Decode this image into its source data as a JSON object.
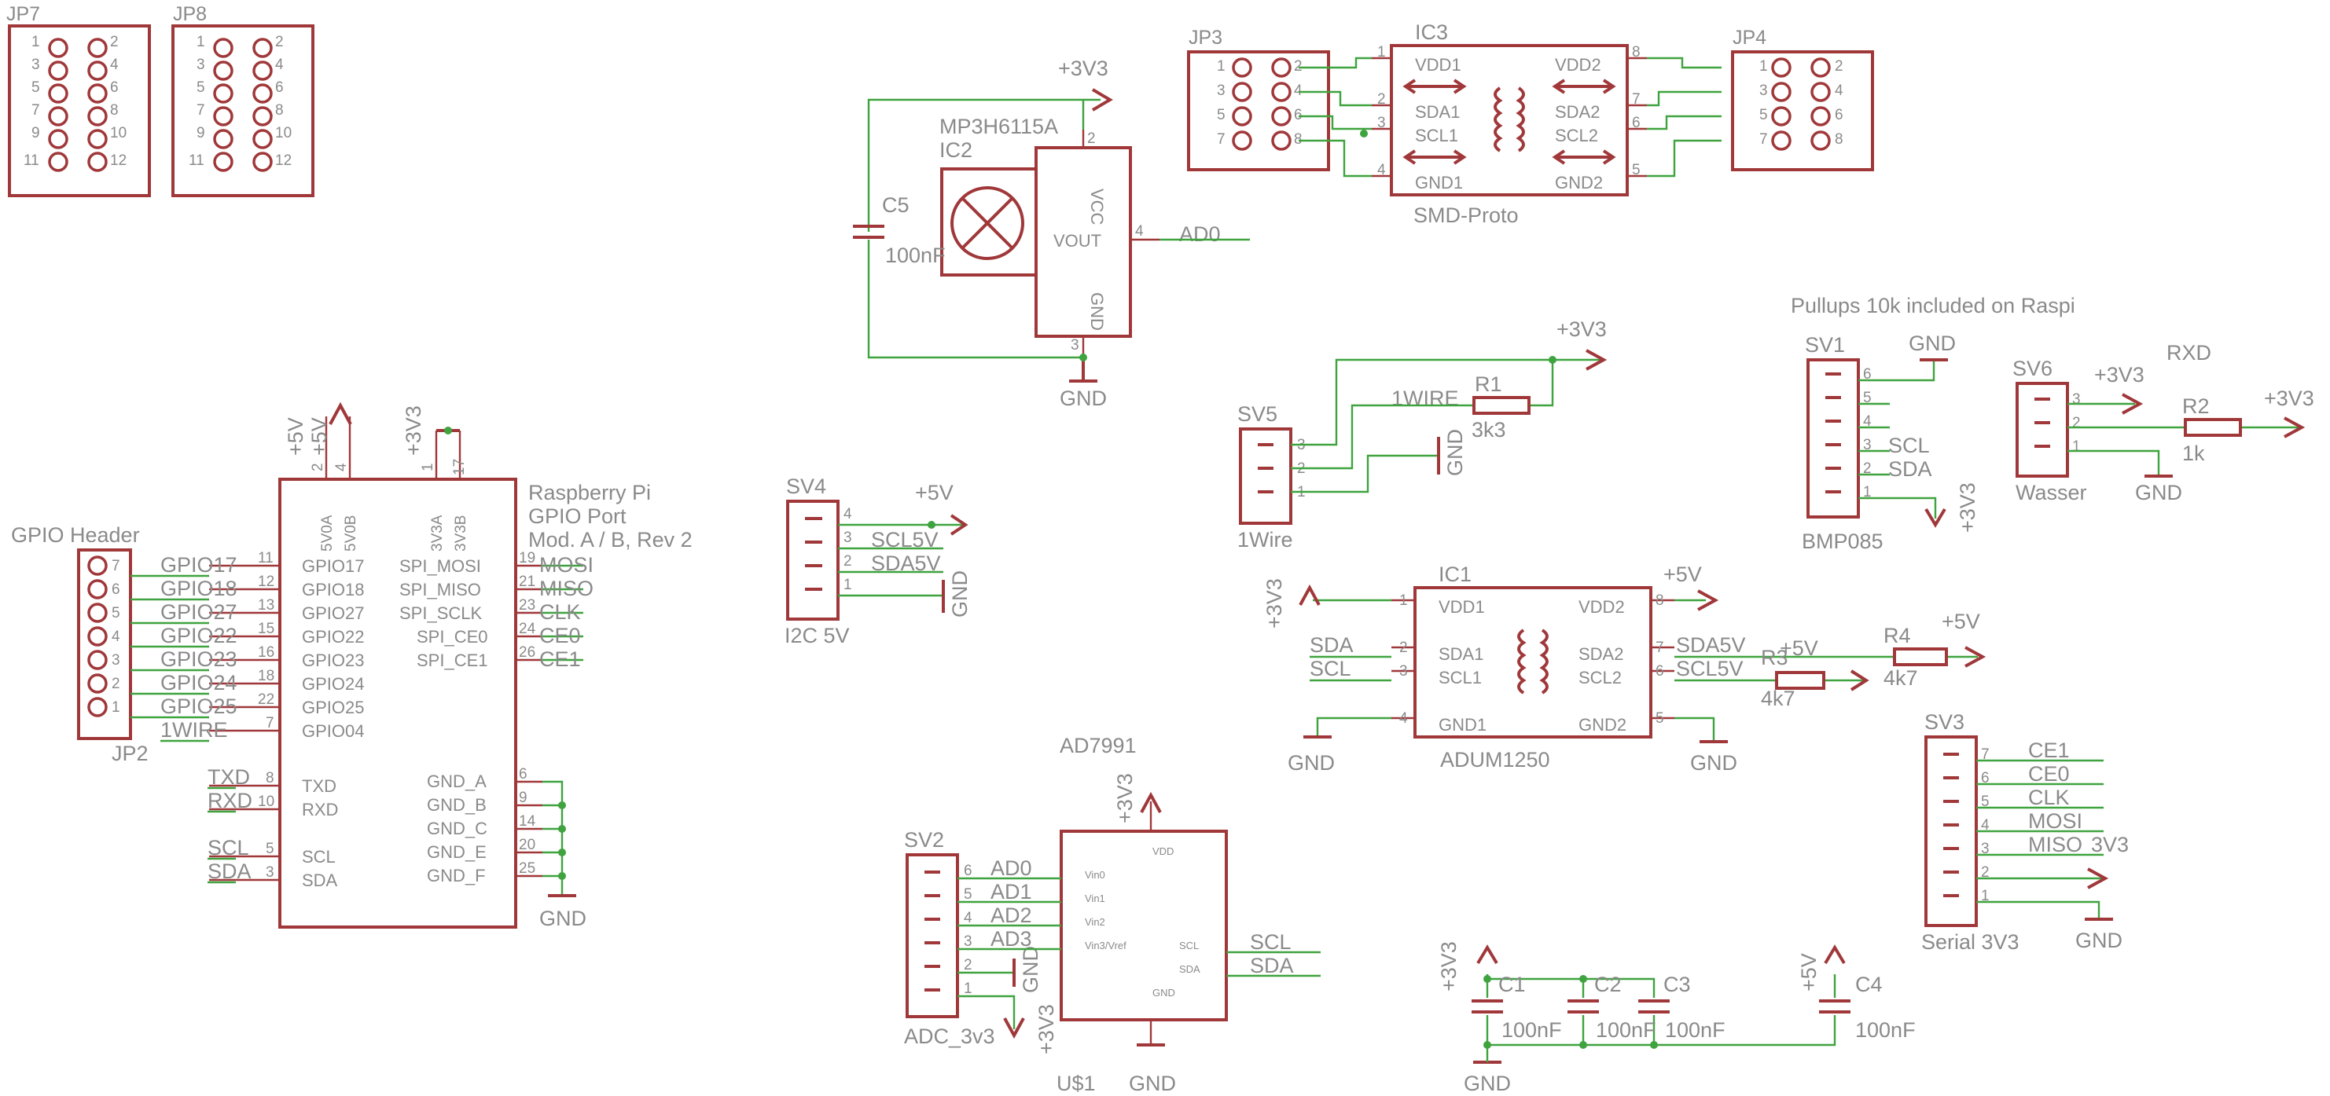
{
  "colors": {
    "part": "#a0383a",
    "wire": "#3fa33f",
    "text": "#8a8a8a",
    "background": "#ffffff"
  },
  "jp7": {
    "name": "JP7",
    "pins": [
      "1",
      "2",
      "3",
      "4",
      "5",
      "6",
      "7",
      "8",
      "9",
      "10",
      "11",
      "12"
    ]
  },
  "jp8": {
    "name": "JP8",
    "pins": [
      "1",
      "2",
      "3",
      "4",
      "5",
      "6",
      "7",
      "8",
      "9",
      "10",
      "11",
      "12"
    ]
  },
  "jp3": {
    "name": "JP3",
    "pins": [
      "1",
      "2",
      "3",
      "4",
      "5",
      "6",
      "7",
      "8"
    ]
  },
  "jp4": {
    "name": "JP4",
    "pins": [
      "1",
      "2",
      "3",
      "4",
      "5",
      "6",
      "7",
      "8"
    ]
  },
  "ic3": {
    "name": "IC3",
    "value": "SMD-Proto",
    "left": [
      "VDD1",
      "SDA1",
      "SCL1",
      "GND1"
    ],
    "right": [
      "VDD2",
      "SDA2",
      "SCL2",
      "GND2"
    ],
    "left_pins": [
      "1",
      "2",
      "3",
      "4"
    ],
    "right_pins": [
      "8",
      "7",
      "6",
      "5"
    ]
  },
  "ic1": {
    "name": "IC1",
    "value": "ADUM1250",
    "left": [
      "VDD1",
      "SDA1",
      "SCL1",
      "GND1"
    ],
    "right": [
      "VDD2",
      "SDA2",
      "SCL2",
      "GND2"
    ],
    "left_pins": [
      "1",
      "2",
      "3",
      "4"
    ],
    "right_pins": [
      "8",
      "7",
      "6",
      "5"
    ],
    "nets_left": [
      "+3V3",
      "SDA",
      "SCL",
      "GND"
    ],
    "nets_right": [
      "+5V",
      "SDA5V",
      "SCL5V",
      "GND"
    ]
  },
  "ic2": {
    "name": "IC2",
    "value": "MP3H6115A",
    "pins": [
      "VCC",
      "VOUT",
      "GND"
    ],
    "pin_numbers": [
      "2",
      "4",
      "3"
    ],
    "supply": "+3V3",
    "output_net": "AD0",
    "ground": "GND"
  },
  "c5": {
    "name": "C5",
    "value": "100nF"
  },
  "rpi": {
    "title": [
      "Raspberry Pi",
      "GPIO Port",
      "Mod. A / B, Rev 2"
    ],
    "top_pins": [
      "5V0A",
      "5V0B",
      "3V3A",
      "3V3B"
    ],
    "top_numbers": [
      "2",
      "4",
      "1",
      "17"
    ],
    "top_nets": [
      "+5V",
      "+5V",
      "+3V3"
    ],
    "left": [
      {
        "num": "11",
        "pin": "GPIO17",
        "net": "GPIO17"
      },
      {
        "num": "12",
        "pin": "GPIO18",
        "net": "GPIO18"
      },
      {
        "num": "13",
        "pin": "GPIO27",
        "net": "GPIO27"
      },
      {
        "num": "15",
        "pin": "GPIO22",
        "net": "GPIO22"
      },
      {
        "num": "16",
        "pin": "GPIO23",
        "net": "GPIO23"
      },
      {
        "num": "18",
        "pin": "GPIO24",
        "net": "GPIO24"
      },
      {
        "num": "22",
        "pin": "GPIO25",
        "net": "GPIO25"
      },
      {
        "num": "7",
        "pin": "GPIO04",
        "net": "1WIRE"
      },
      {
        "num": "8",
        "pin": "TXD",
        "net": "TXD"
      },
      {
        "num": "10",
        "pin": "RXD",
        "net": "RXD"
      },
      {
        "num": "5",
        "pin": "SCL",
        "net": "SCL"
      },
      {
        "num": "3",
        "pin": "SDA",
        "net": "SDA"
      }
    ],
    "right": [
      {
        "num": "19",
        "pin": "SPI_MOSI",
        "net": "MOSI"
      },
      {
        "num": "21",
        "pin": "SPI_MISO",
        "net": "MISO"
      },
      {
        "num": "23",
        "pin": "SPI_SCLK",
        "net": "CLK"
      },
      {
        "num": "24",
        "pin": "SPI_CE0",
        "net": "CE0"
      },
      {
        "num": "26",
        "pin": "SPI_CE1",
        "net": "CE1"
      }
    ],
    "gnd": [
      {
        "num": "6",
        "pin": "GND_A"
      },
      {
        "num": "9",
        "pin": "GND_B"
      },
      {
        "num": "14",
        "pin": "GND_C"
      },
      {
        "num": "20",
        "pin": "GND_E"
      },
      {
        "num": "25",
        "pin": "GND_F"
      }
    ],
    "ground": "GND"
  },
  "jp2": {
    "name": "JP2",
    "title": "GPIO Header",
    "pins": [
      "7",
      "6",
      "5",
      "4",
      "3",
      "2",
      "1"
    ]
  },
  "sv4": {
    "name": "SV4",
    "value": "I2C 5V",
    "pins": [
      "4",
      "3",
      "2",
      "1"
    ],
    "nets": [
      "+5V",
      "SCL5V",
      "SDA5V",
      "GND"
    ]
  },
  "sv5": {
    "name": "SV5",
    "value": "1Wire",
    "pins": [
      "3",
      "2",
      "1"
    ],
    "nets": [
      "+3V3",
      "1WIRE",
      "GND"
    ]
  },
  "r1": {
    "name": "R1",
    "value": "3k3"
  },
  "sv1": {
    "name": "SV1",
    "value": "BMP085",
    "note": "Pullups 10k included on Raspi",
    "pins": [
      "6",
      "5",
      "4",
      "3",
      "2",
      "1"
    ],
    "nets": [
      "GND",
      "SCL",
      "SDA",
      "+3V3"
    ]
  },
  "sv6": {
    "name": "SV6",
    "value": "Wasser",
    "pins": [
      "3",
      "2",
      "1"
    ],
    "nets": [
      "+3V3",
      "RXD",
      "+3V3",
      "GND"
    ]
  },
  "r2": {
    "name": "R2",
    "value": "1k"
  },
  "r3": {
    "name": "R3",
    "value": "4k7"
  },
  "r4": {
    "name": "R4",
    "value": "4k7"
  },
  "sv3": {
    "name": "SV3",
    "value": "Serial 3V3",
    "pins": [
      "7",
      "6",
      "5",
      "4",
      "3",
      "2",
      "1"
    ],
    "nets": [
      "CE1",
      "CE0",
      "CLK",
      "MOSI",
      "MISO",
      "3V3",
      "GND"
    ]
  },
  "u1": {
    "name": "U$1",
    "value": "AD7991",
    "pins": [
      "Vin0",
      "Vin1",
      "Vin2",
      "Vin3/Vref",
      "VDD",
      "SCL",
      "SDA",
      "GND"
    ],
    "nets": [
      "AD0",
      "AD1",
      "AD2",
      "AD3",
      "+3V3",
      "SCL",
      "SDA",
      "GND"
    ]
  },
  "sv2": {
    "name": "SV2",
    "value": "ADC_3v3",
    "pins": [
      "6",
      "5",
      "4",
      "3",
      "2",
      "1"
    ],
    "nets": [
      "AD0",
      "AD1",
      "AD2",
      "AD3",
      "GND",
      "+3V3"
    ]
  },
  "caps": {
    "c1": {
      "name": "C1",
      "value": "100nF"
    },
    "c2": {
      "name": "C2",
      "value": "100nF"
    },
    "c3": {
      "name": "C3",
      "value": "100nF"
    },
    "c4": {
      "name": "C4",
      "value": "100nF"
    },
    "nets": [
      "+3V3",
      "+5V",
      "GND"
    ]
  }
}
